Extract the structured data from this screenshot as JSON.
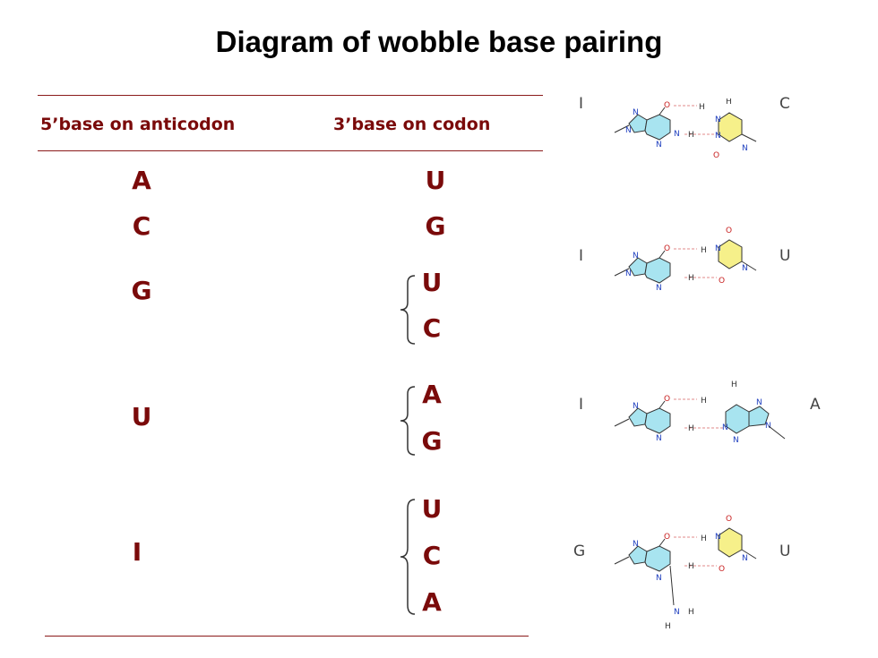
{
  "title": "Diagram of wobble base pairing",
  "table": {
    "header_anticodon": "5’base on anticodon",
    "header_codon": "3’base on codon",
    "rows": [
      {
        "anticodon": "A",
        "codon": [
          "U"
        ]
      },
      {
        "anticodon": "C",
        "codon": [
          "G"
        ]
      },
      {
        "anticodon": "G",
        "codon": [
          "U",
          "C"
        ]
      },
      {
        "anticodon": "U",
        "codon": [
          "A",
          "G"
        ]
      },
      {
        "anticodon": "I",
        "codon": [
          "U",
          "C",
          "A"
        ]
      }
    ]
  },
  "pairs": [
    {
      "left": "I",
      "right": "C"
    },
    {
      "left": "I",
      "right": "U"
    },
    {
      "left": "I",
      "right": "A"
    },
    {
      "left": "G",
      "right": "U"
    }
  ],
  "colors": {
    "text": "#7a0a0a",
    "rule": "#8b1a1a",
    "purine_ring": "#a8e4f0",
    "pyrimidine_ring": "#f6f08a",
    "nitrogen": "#1f3fbf",
    "oxygen": "#c82020",
    "hbond": "#e08a8a"
  }
}
